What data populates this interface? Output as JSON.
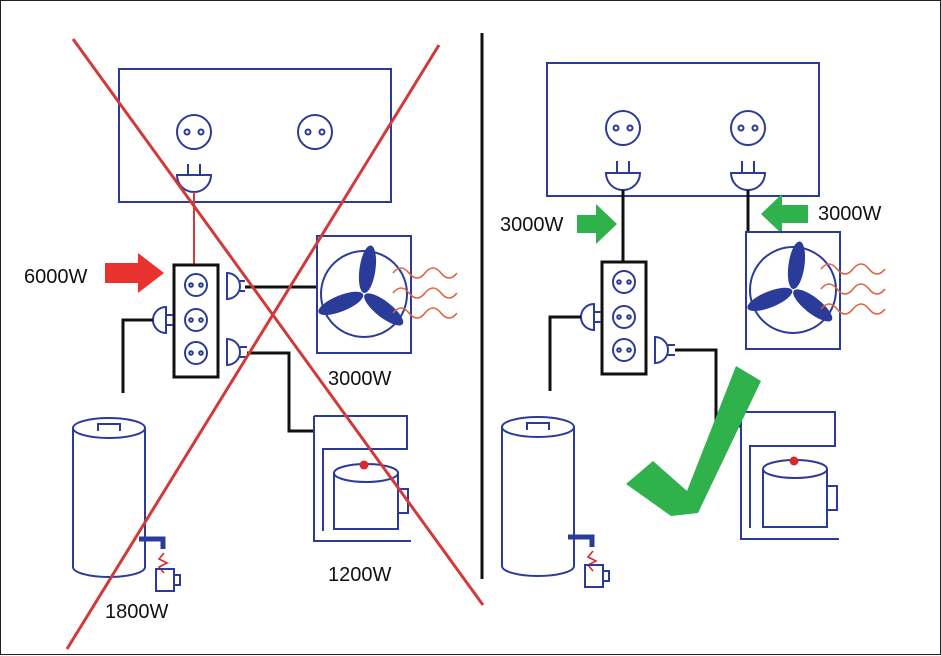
{
  "panels": {
    "left": {
      "status": "incorrect",
      "labels": {
        "total": "6000W",
        "heater": "3000W",
        "kettle": "1800W",
        "coffee_maker": "1200W"
      }
    },
    "right": {
      "status": "correct",
      "labels": {
        "left_outlet": "3000W",
        "right_outlet": "3000W"
      }
    }
  },
  "colors": {
    "device_outline": "#2b3b9a",
    "wire": "#111111",
    "cross": "#d23a3a",
    "arrow_red": "#e8322d",
    "arrow_green": "#2fb24c",
    "check": "#2fb24c",
    "heat_wave": "#e0623c",
    "indicator": "#d82a2a"
  },
  "icons": [
    "wall-outlet-icon",
    "plug-icon",
    "power-strip-icon",
    "heater-fan-icon",
    "kettle-icon",
    "cup-icon",
    "coffee-maker-icon",
    "arrow-icon",
    "cross-icon",
    "check-icon"
  ]
}
